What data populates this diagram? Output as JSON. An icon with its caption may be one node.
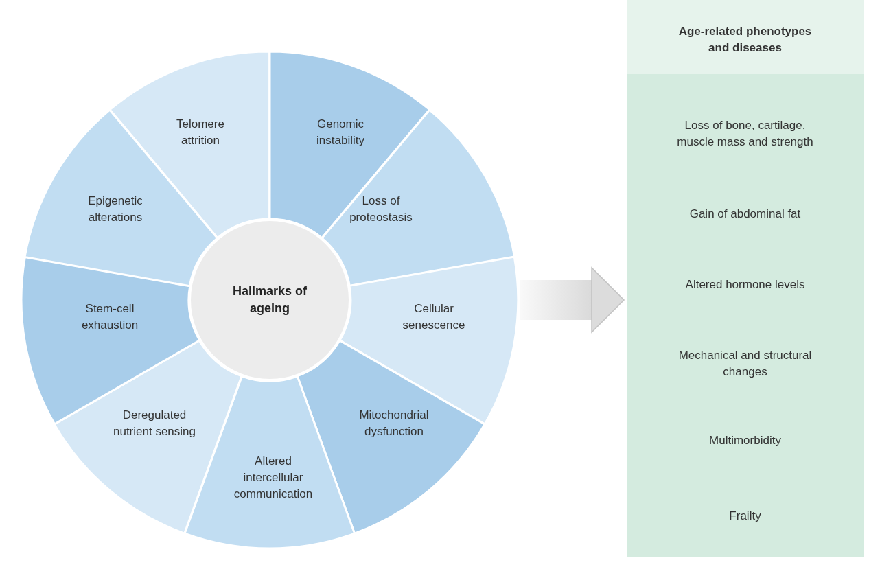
{
  "diagram": {
    "nodes": [
      {
        "text": [],
        "shape": "circle"
      },
      {
        "text": [
          "Hallmarks of ageing"
        ],
        "in": 0
      },
      {
        "text": [
          "Telomere attrition"
        ],
        "in": 0
      },
      {
        "text": [
          "Genomic instability"
        ],
        "in": 0
      },
      {
        "text": [
          "Loss of proteostasis"
        ],
        "in": 0
      },
      {
        "text": [
          "Cellular senescence"
        ],
        "in": 0
      },
      {
        "text": [
          "Mitochondrial dysfunction"
        ],
        "in": 0
      },
      {
        "text": [
          "Altered intercellular communication"
        ],
        "in": 0
      },
      {
        "text": [
          "Deregulated nutrient sensing"
        ],
        "in": 0
      },
      {
        "text": [
          "Stem-cell exhaustion"
        ],
        "in": 0
      },
      {
        "text": [
          "Epigenetic alterations"
        ],
        "in": 0
      },
      {
        "text": [
          "Age-related phenotypes and diseases",
          "Loss of bone, cartilage, muscle mass and strength",
          "Gain of abdominal fat",
          "Altered hormone levels",
          "Mechanical and structural changes",
          "Multimorbidity",
          "Frailty"
        ]
      }
    ],
    "edges": [
      {
        "from": 0,
        "to": 11,
        "arrow": "to",
        "style": "thick"
      }
    ]
  }
}
